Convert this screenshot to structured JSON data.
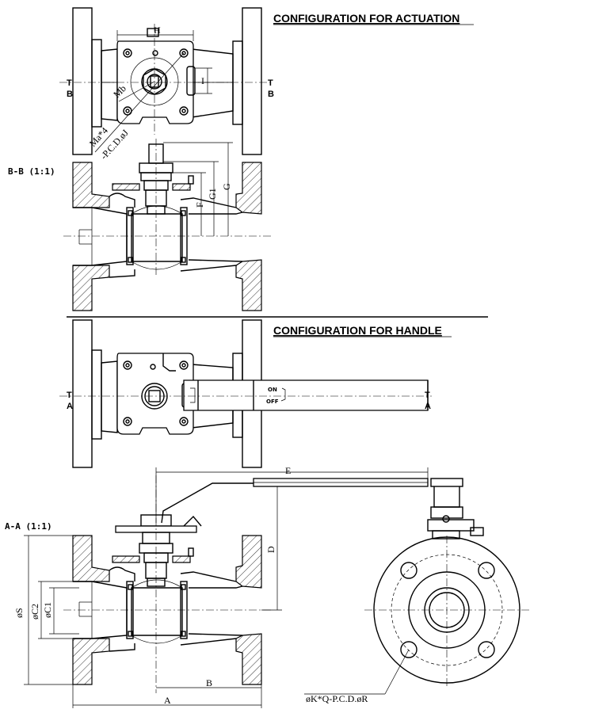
{
  "headings": {
    "actuation": "CONFIGURATION FOR ACTUATION",
    "handle": "CONFIGURATION FOR HANDLE"
  },
  "sections": {
    "bb": "B-B  (1:1)",
    "aa": "A-A  (1:1)",
    "t_top": "T",
    "b_letter": "B",
    "t_handle": "T",
    "a_letter": "A"
  },
  "dims_actuation": {
    "H": "H",
    "I": "I",
    "Mb": "Mb",
    "Ma": "Ma*4",
    "pcd_j": "-P.C.D.øJ",
    "F": "F",
    "G1": "G1",
    "G": "G"
  },
  "handle_marks": {
    "on": "ON",
    "off": "OFF"
  },
  "dims_section": {
    "E": "E",
    "D": "D",
    "S": "øS",
    "C2": "øC2",
    "C1": "øC1",
    "B": "B",
    "A": "A",
    "flange": "øK*Q-P.C.D.øR"
  }
}
